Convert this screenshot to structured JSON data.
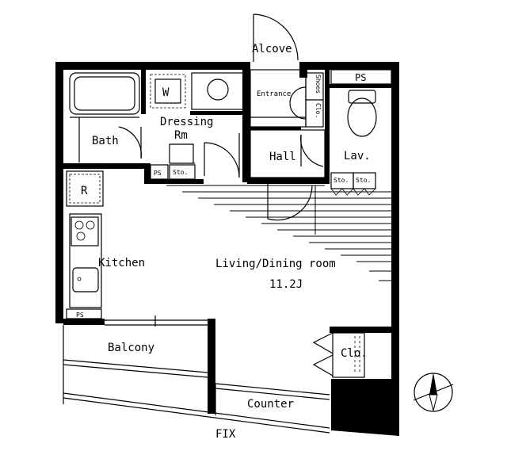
{
  "rooms": {
    "alcove": "Alcove",
    "entrance": "Entrance",
    "shoes": "Shoes",
    "closet_small": "Clo.",
    "ps_top": "PS",
    "bath": "Bath",
    "washer": "W",
    "dressing": "Dressing",
    "dressing_rm": "Rm",
    "ps_dressing": "PS",
    "storage_dressing": "Sto.",
    "hall": "Hall",
    "lavatory": "Lav.",
    "storage_1": "Sto.",
    "storage_2": "Sto.",
    "refrigerator": "R",
    "kitchen": "Kitchen",
    "ps_kitchen": "PS",
    "living": "Living/Dining room",
    "living_size": "11.2J",
    "balcony": "Balcony",
    "closet": "Clo.",
    "counter": "Counter",
    "fix": "FIX"
  },
  "icons": {
    "compass": "north-arrow-icon"
  }
}
